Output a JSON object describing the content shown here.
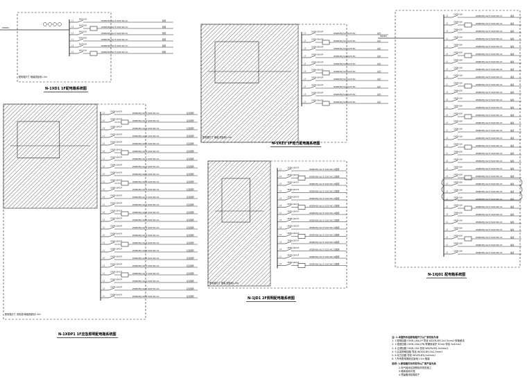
{
  "panels": [
    {
      "id": "p1",
      "title": "N-1XD1 1F配电箱系统图",
      "note": "配电箱尺寸 暗装底距地1.5m",
      "incoming": "WDZN",
      "breaker": "NSX-63A",
      "circuit_label": "WDZN-BYJ-3x2.5 SC20 WC.CC",
      "load": "照明",
      "rows": 6
    },
    {
      "id": "p2",
      "title": "N-1XDP1 1F应急照明配电箱系统图",
      "note": "配电箱尺寸 双电源 暗装底距地1.5m",
      "breaker": "C65N-16A/1P",
      "circuit_label": "WDZN-BYJ-3x2.5 SC20 WC.CC",
      "load": "应急照明",
      "rows": 25
    },
    {
      "id": "p3",
      "title": "N-1XZ1 1F动力配电箱系统图",
      "note": "配电箱尺寸 暗装 底距地1.5m",
      "breaker": "C65N-20A/3P",
      "circuit_label": "WDZN-BYJ-5x4 SC25 WC",
      "load": "动力",
      "rows": 10
    },
    {
      "id": "p4",
      "title": "N-1JD1 2F照明配电箱系统图",
      "note": "配电箱尺寸 暗装 底距地1.5m",
      "breaker": "C65N-16A/1P",
      "circuit_label": "WDZN-BYJ-3x2.5 SC20 WC.CC",
      "load": "照明",
      "rows": 14
    },
    {
      "id": "p5",
      "title": "N-1XJ01 配电箱系统图",
      "incoming": "WDZN",
      "breaker": "C65N-16A",
      "circuit_label": "WDZN-BYJ-3x2.5 SC20 WC.CC",
      "load": "插座",
      "rows": 32
    }
  ],
  "notes": {
    "heading": "注: 1.本图所示各配电箱尺寸以厂家实际为准",
    "lines": [
      "1. 2.照明回路 C65N-16A/1P 导线 WDZN-BYJ-3x2.5mm2 穿管敷设",
      "2. 3.插座回路 C65N-20A/1PN 带漏电保护 30mA 导线 3x4mm2",
      "3. 4.空调回路 C65N-25A 导线 WDZN-BYJ-3x4mm2",
      "4. 5.应急照明回路 导线 WDZN-BYJ-3x2.5mm2",
      "5. 6.动力回路 导线 WDZN-BYJ-5x4mm2",
      "6. 7.所有配电箱底边距地1.5m 暗装"
    ],
    "remark_heading": "说明: 1.配电箱内元件型号以厂家产品为准",
    "remarks": [
      "2.电气接线应按照相关规范施工",
      "3.箱体接地可靠",
      "4.预留备用回路若干"
    ]
  }
}
